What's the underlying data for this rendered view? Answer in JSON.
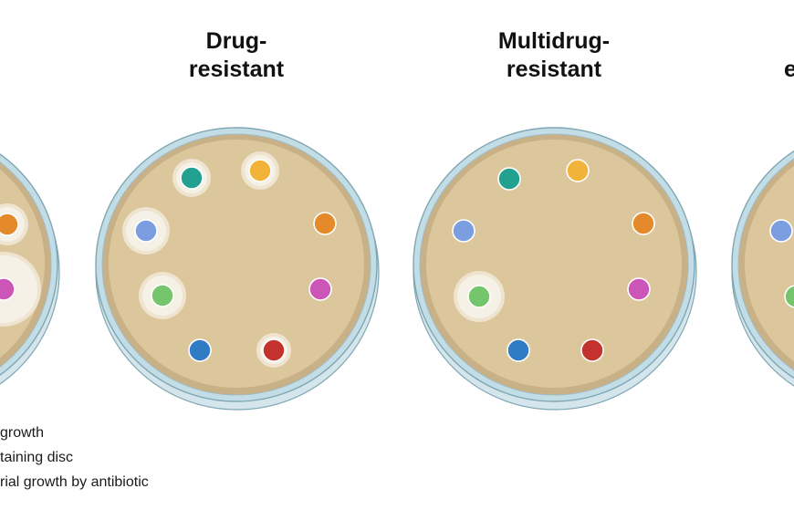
{
  "titles": {
    "drug_resistant": "Drug-\nresistant",
    "multidrug_resistant": "Multidrug-\nresistant",
    "partial_right": "e"
  },
  "legend": {
    "line1": "growth",
    "line2": "taining disc",
    "line3": "rial growth by antibiotic"
  },
  "colors": {
    "agar": "#dcc69c",
    "agar_edge": "#c9b187",
    "dish_rim": "#c3dde6",
    "dish_outline": "#7fa6b4",
    "inhibition_zone": "#f6f1e6",
    "disc_teal": "#22a191",
    "disc_yellow": "#f2b33b",
    "disc_orange": "#e58a2a",
    "disc_magenta": "#cc55b8",
    "disc_red": "#c4322d",
    "disc_blue": "#2f7bc4",
    "disc_green": "#75c56c",
    "disc_lightblue": "#7b9ee0"
  }
}
